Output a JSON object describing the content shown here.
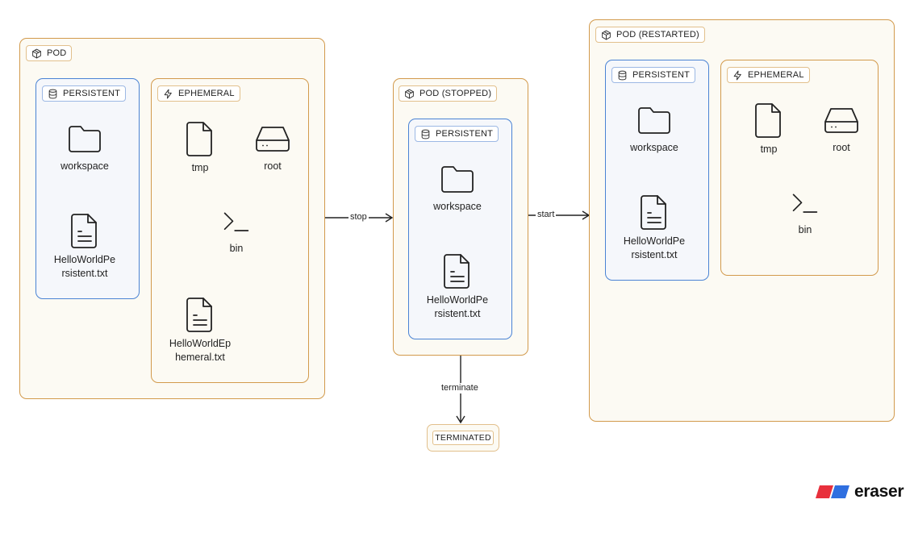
{
  "pods": {
    "pod1": {
      "title": "POD",
      "persistent": {
        "title": "PERSISTENT",
        "workspace": "workspace",
        "file_line1": "HelloWorldPe",
        "file_line2": "rsistent.txt"
      },
      "ephemeral": {
        "title": "EPHEMERAL",
        "tmp": "tmp",
        "root": "root",
        "bin": "bin",
        "file_line1": "HelloWorldEp",
        "file_line2": "hemeral.txt"
      }
    },
    "pod2": {
      "title": "POD (STOPPED)",
      "persistent": {
        "title": "PERSISTENT",
        "workspace": "workspace",
        "file_line1": "HelloWorldPe",
        "file_line2": "rsistent.txt"
      }
    },
    "pod3": {
      "title": "POD (RESTARTED)",
      "persistent": {
        "title": "PERSISTENT",
        "workspace": "workspace",
        "file_line1": "HelloWorldPe",
        "file_line2": "rsistent.txt"
      },
      "ephemeral": {
        "title": "EPHEMERAL",
        "tmp": "tmp",
        "root": "root",
        "bin": "bin"
      }
    }
  },
  "edges": {
    "stop": "stop",
    "start": "start",
    "terminate": "terminate"
  },
  "terminated": "TERMINATED",
  "brand": "eraser",
  "icons": [
    "cube-icon",
    "database-icon",
    "bolt-icon",
    "folder-icon",
    "file-icon",
    "file-text-icon",
    "hard-drive-icon",
    "terminal-icon"
  ],
  "colors": {
    "pod_border": "#d29a4c",
    "persistent_border": "#4a83d4",
    "pod_fill": "#fcfaf3",
    "persistent_fill": "#f5f7fb",
    "brand_red": "#e8303c",
    "brand_blue": "#2f6fe0"
  }
}
